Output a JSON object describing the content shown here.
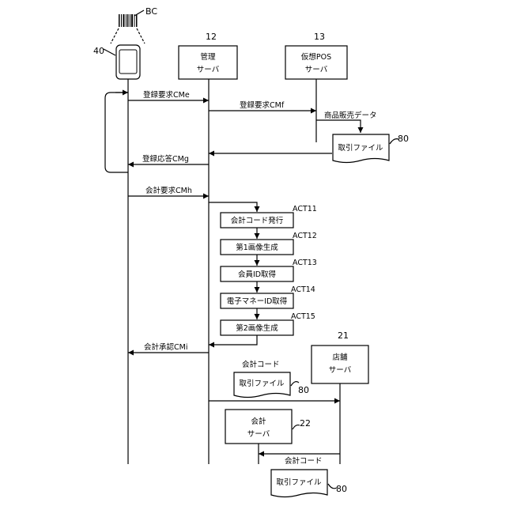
{
  "refs": {
    "barcode": "BC",
    "terminal": "40",
    "management_server": "12",
    "virtual_pos_server": "13",
    "store_server": "21",
    "accounting_server": "22",
    "transaction_file": "80"
  },
  "servers": {
    "management": [
      "管理",
      "サーバ"
    ],
    "virtual_pos": [
      "仮想POS",
      "サーバ"
    ],
    "store": [
      "店舗",
      "サーバ"
    ],
    "accounting": [
      "会計",
      "サーバ"
    ]
  },
  "messages": {
    "registration_request_e": "登録要求CMe",
    "registration_request_f": "登録要求CMf",
    "sales_data": "商品販売データ",
    "registration_response": "登録応答CMg",
    "accounting_request": "会計要求CMh",
    "accounting_approval": "会計承認CMi",
    "accounting_code_1": "会計コード",
    "accounting_code_2": "会計コード"
  },
  "files": {
    "transaction_file_label": "取引ファイル"
  },
  "steps": [
    {
      "act": "ACT11",
      "label": "会計コード発行"
    },
    {
      "act": "ACT12",
      "label": "第1画像生成"
    },
    {
      "act": "ACT13",
      "label": "会員ID取得"
    },
    {
      "act": "ACT14",
      "label": "電子マネーID取得"
    },
    {
      "act": "ACT15",
      "label": "第2画像生成"
    }
  ]
}
